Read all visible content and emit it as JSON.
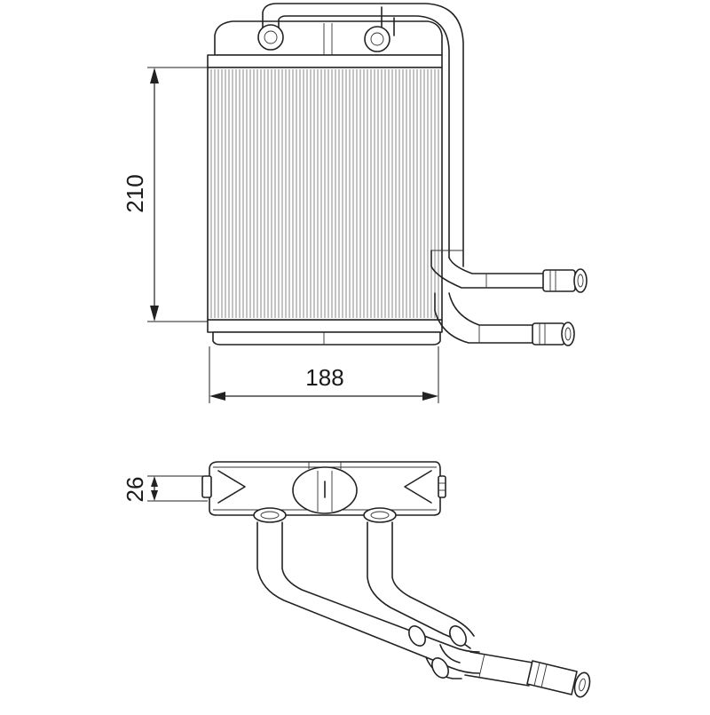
{
  "dimensions": {
    "height": "210",
    "width": "188",
    "depth": "26"
  },
  "colors": {
    "line": "#222222",
    "background": "#ffffff"
  }
}
